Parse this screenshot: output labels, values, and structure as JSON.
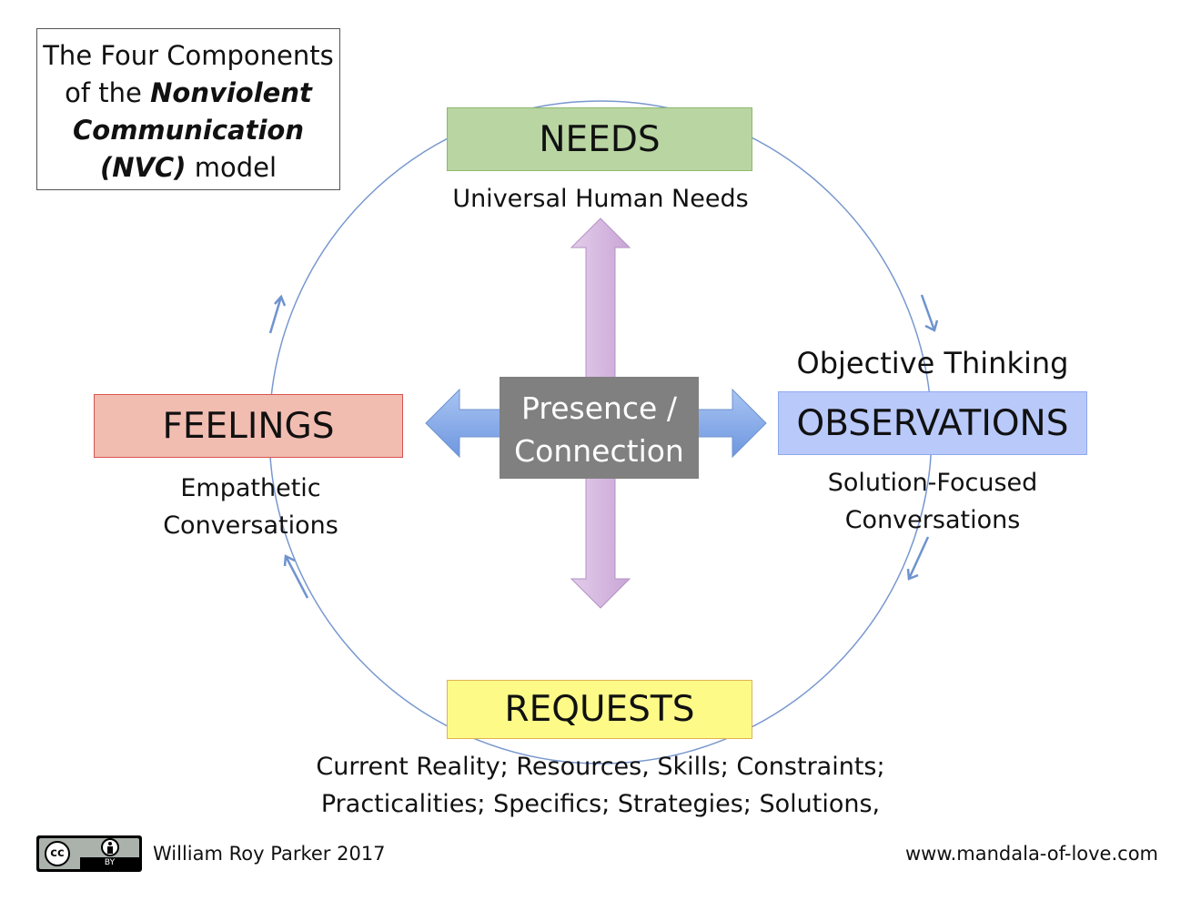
{
  "title": {
    "line1": "The Four Components",
    "line2_prefix": "of the ",
    "line2_emph": "Nonviolent",
    "line3_emph": "Communication",
    "line4_emph": "(NVC)",
    "line4_suffix": " model"
  },
  "components": {
    "needs": {
      "label": "NEEDS",
      "caption": "Universal Human Needs",
      "color": "#b8d5a2"
    },
    "feelings": {
      "label": "FEELINGS",
      "caption_line1": "Empathetic",
      "caption_line2": "Conversations",
      "color": "#f2bdb1"
    },
    "observations": {
      "label": "OBSERVATIONS",
      "heading": "Objective Thinking",
      "caption_line1": "Solution-Focused",
      "caption_line2": "Conversations",
      "color": "#b9c9fa"
    },
    "requests": {
      "label": "REQUESTS",
      "caption_line1": "Current Reality; Resources, Skills; Constraints;",
      "caption_line2": "Practicalities; Specifics; Strategies; Solutions,",
      "color": "#fdfa87"
    }
  },
  "center": {
    "line1": "Presence /",
    "line2": "Connection",
    "color": "#808080"
  },
  "arrows": {
    "vertical_color": "#d6b8e0",
    "horizontal_color": "#8fb0ea",
    "cycle_color": "#6f93cf"
  },
  "footer": {
    "license_cc": "cc",
    "license_by": "BY",
    "author": "William Roy Parker 2017",
    "website": "www.mandala-of-love.com"
  }
}
